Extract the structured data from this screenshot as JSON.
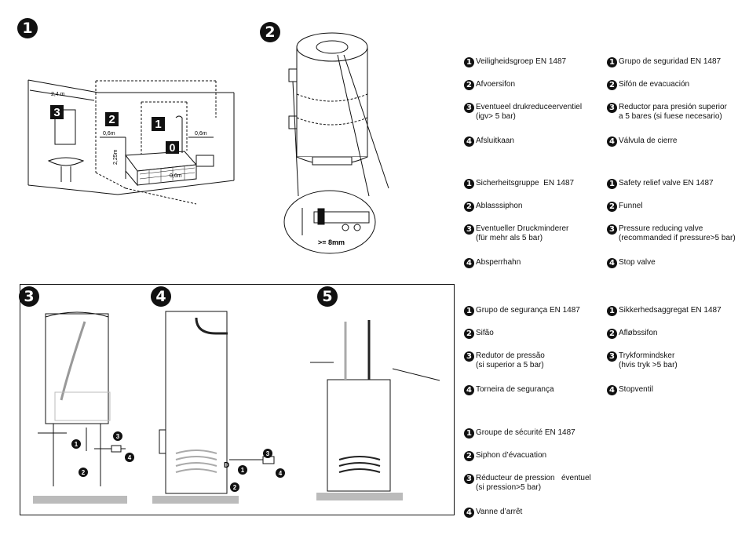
{
  "figures": {
    "f1": {
      "number": "1",
      "labels": {
        "zone0": "0",
        "zone1": "1",
        "zone2": "2",
        "zone3": "3",
        "d24": "2,4 m",
        "d06a": "0,6m",
        "d06b": "0,6m",
        "d06c": "0,6m",
        "d225": "2,25m"
      }
    },
    "f2": {
      "number": "2",
      "gap_label": ">= 8mm"
    },
    "f3": {
      "number": "3"
    },
    "f4": {
      "number": "4",
      "d_label": "D"
    },
    "f5": {
      "number": "5"
    },
    "callouts": {
      "c1": "1",
      "c2": "2",
      "c3": "3",
      "c4": "4"
    }
  },
  "legends": {
    "nl": [
      {
        "n": "1",
        "text": "Veiligheidsgroep EN 1487"
      },
      {
        "n": "2",
        "text": "Afvoersifon"
      },
      {
        "n": "3",
        "text": "Eventueel drukreduceerventiel\n(igv> 5 bar)"
      },
      {
        "n": "4",
        "text": "Afsluitkaan"
      }
    ],
    "es": [
      {
        "n": "1",
        "text": "Grupo de seguridad EN 1487"
      },
      {
        "n": "2",
        "text": "Sifón de evacuación"
      },
      {
        "n": "3",
        "text": "Reductor para presión superior\na 5 bares (si fuese necesario)"
      },
      {
        "n": "4",
        "text": "Válvula de cierre"
      }
    ],
    "de": [
      {
        "n": "1",
        "text": "Sicherheitsgruppe  EN 1487"
      },
      {
        "n": "2",
        "text": "Ablasssiphon"
      },
      {
        "n": "3",
        "text": "Eventueller Druckminderer\n(für mehr als 5 bar)"
      },
      {
        "n": "4",
        "text": "Absperrhahn"
      }
    ],
    "en": [
      {
        "n": "1",
        "text": "Safety relief valve EN 1487"
      },
      {
        "n": "2",
        "text": "Funnel"
      },
      {
        "n": "3",
        "text": "Pressure reducing valve\n(recommanded if pressure>5 bar)"
      },
      {
        "n": "4",
        "text": "Stop valve"
      }
    ],
    "pt": [
      {
        "n": "1",
        "text": "Grupo de segurança EN 1487"
      },
      {
        "n": "2",
        "text": "Sifão"
      },
      {
        "n": "3",
        "text": "Redutor de pressão\n(si superior a 5 bar)"
      },
      {
        "n": "4",
        "text": "Torneira de segurança"
      }
    ],
    "da": [
      {
        "n": "1",
        "text": "Sikkerhedsaggregat EN 1487"
      },
      {
        "n": "2",
        "text": "Afløbssifon"
      },
      {
        "n": "3",
        "text": "Trykformindsker\n(hvis tryk >5 bar)"
      },
      {
        "n": "4",
        "text": "Stopventil"
      }
    ],
    "fr": [
      {
        "n": "1",
        "text": "Groupe de sécurité EN 1487"
      },
      {
        "n": "2",
        "text": "Siphon d’évacuation"
      },
      {
        "n": "3",
        "text": "Réducteur de pression   éventuel\n(si pression>5 bar)"
      },
      {
        "n": "4",
        "text": "Vanne d’arrêt"
      }
    ]
  }
}
